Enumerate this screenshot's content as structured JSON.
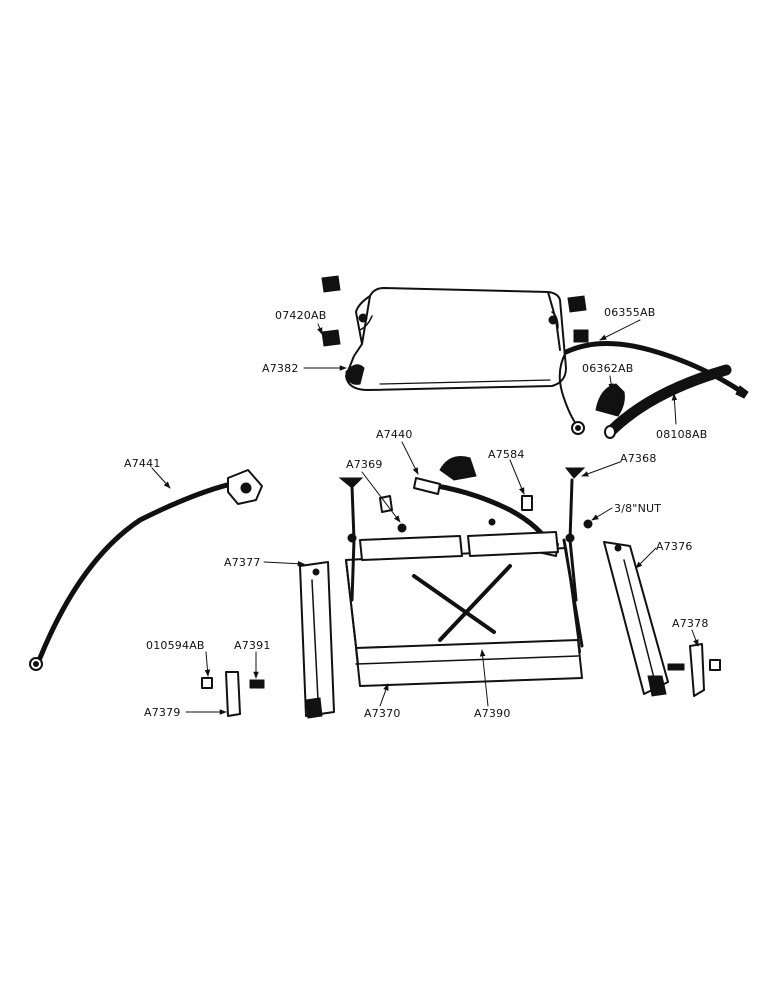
{
  "diagram": {
    "labels": {
      "p07420AB": "07420AB",
      "A7382": "A7382",
      "p06355AB": "06355AB",
      "p06362AB": "06362AB",
      "p08108AB": "08108AB",
      "A7441": "A7441",
      "A7440": "A7440",
      "A7369": "A7369",
      "A7584": "A7584",
      "A7368": "A7368",
      "nut": "3/8\"NUT",
      "A7377": "A7377",
      "A7376": "A7376",
      "A7378": "A7378",
      "p010594AB": "010594AB",
      "A7391": "A7391",
      "A7379": "A7379",
      "A7370": "A7370",
      "A7390": "A7390"
    }
  }
}
